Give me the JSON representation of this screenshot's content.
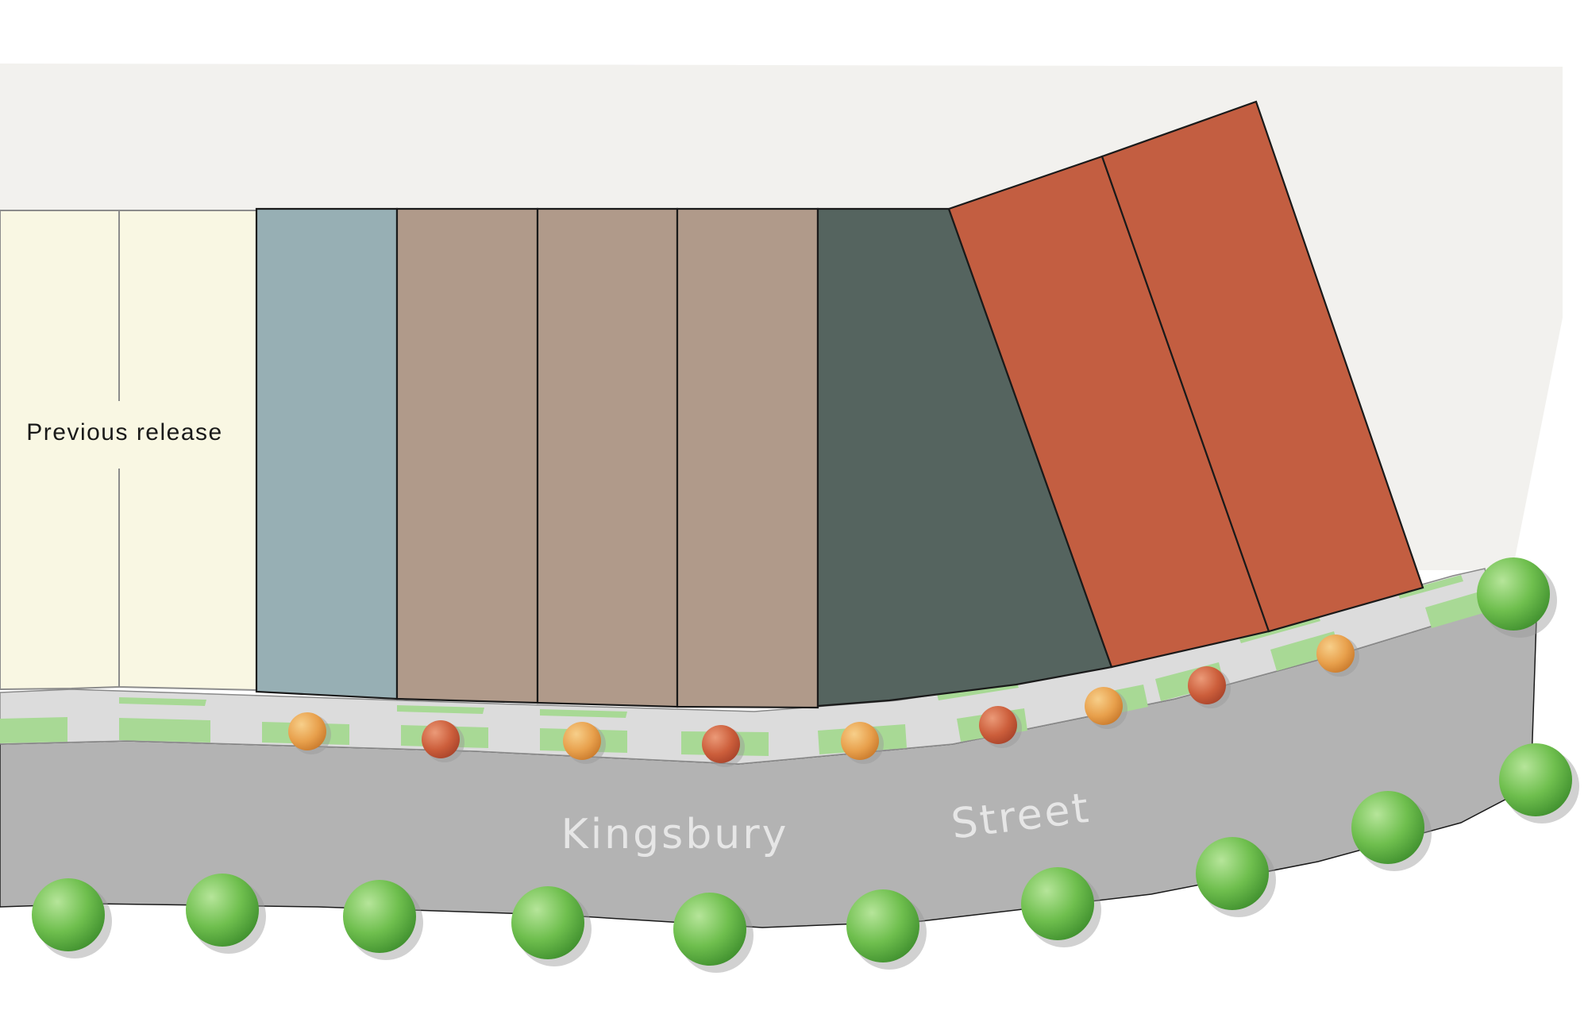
{
  "map": {
    "previous_release_label": "Previous release",
    "street_name_part1": "Kingsbury",
    "street_name_part2": "Street"
  },
  "lots": [
    {
      "id": "prev-1",
      "status": "previous release",
      "color": "#f9f7e3"
    },
    {
      "id": "prev-2",
      "status": "previous release",
      "color": "#f9f7e3"
    },
    {
      "id": "lot-blue",
      "color": "#97afb4"
    },
    {
      "id": "lot-taupe-1",
      "color": "#b09a8a"
    },
    {
      "id": "lot-taupe-2",
      "color": "#b09a8a"
    },
    {
      "id": "lot-taupe-3",
      "color": "#b09a8a"
    },
    {
      "id": "lot-dark-green",
      "color": "#55645f"
    },
    {
      "id": "lot-terracotta-1",
      "color": "#c35e41"
    },
    {
      "id": "lot-terracotta-2",
      "color": "#c35e41"
    }
  ],
  "colors": {
    "background_land": "#f2f1ee",
    "road": "#b3b3b3",
    "footpath": "#dcdcdc",
    "verge": "#a8d995",
    "tree": "#6fbf4e",
    "street_tree_orange": "#e8a04c",
    "street_tree_red": "#cc5e3b"
  }
}
